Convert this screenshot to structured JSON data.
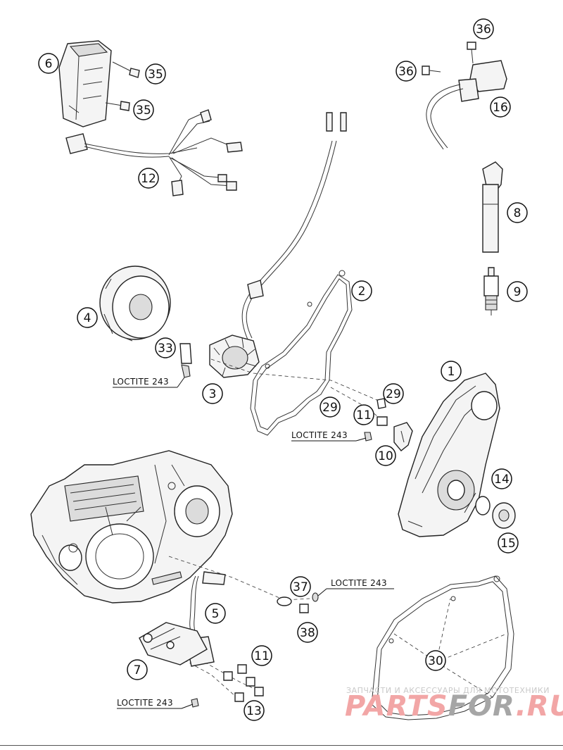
{
  "callouts": [
    {
      "id": "c1",
      "label": "1"
    },
    {
      "id": "c2",
      "label": "2"
    },
    {
      "id": "c3",
      "label": "3"
    },
    {
      "id": "c4",
      "label": "4"
    },
    {
      "id": "c5",
      "label": "5"
    },
    {
      "id": "c6",
      "label": "6"
    },
    {
      "id": "c7",
      "label": "7"
    },
    {
      "id": "c8",
      "label": "8"
    },
    {
      "id": "c9",
      "label": "9"
    },
    {
      "id": "c10",
      "label": "10"
    },
    {
      "id": "c11a",
      "label": "11"
    },
    {
      "id": "c11b",
      "label": "11"
    },
    {
      "id": "c12",
      "label": "12"
    },
    {
      "id": "c13",
      "label": "13"
    },
    {
      "id": "c14",
      "label": "14"
    },
    {
      "id": "c15",
      "label": "15"
    },
    {
      "id": "c16",
      "label": "16"
    },
    {
      "id": "c29a",
      "label": "29"
    },
    {
      "id": "c29b",
      "label": "29"
    },
    {
      "id": "c30",
      "label": "30"
    },
    {
      "id": "c33",
      "label": "33"
    },
    {
      "id": "c35a",
      "label": "35"
    },
    {
      "id": "c35b",
      "label": "35"
    },
    {
      "id": "c36a",
      "label": "36"
    },
    {
      "id": "c36b",
      "label": "36"
    },
    {
      "id": "c37",
      "label": "37"
    },
    {
      "id": "c38",
      "label": "38"
    }
  ],
  "loctite": [
    {
      "id": "l1",
      "text": "LOCTITE 243"
    },
    {
      "id": "l2",
      "text": "LOCTITE 243"
    },
    {
      "id": "l3",
      "text": "LOCTITE 243"
    },
    {
      "id": "l4",
      "text": "LOCTITE 243"
    }
  ],
  "watermark": {
    "tagline": "ЗАПЧАСТИ И АКСЕССУАРЫ ДЛЯ МОТОТЕХНИКИ",
    "brand_parts": "PARTS",
    "brand_for": "FOR",
    "brand_tld": ".RU",
    "colors": {
      "parts": "#f2a6a6",
      "for": "#a6a6a6",
      "tld": "#f2a6a6"
    }
  }
}
